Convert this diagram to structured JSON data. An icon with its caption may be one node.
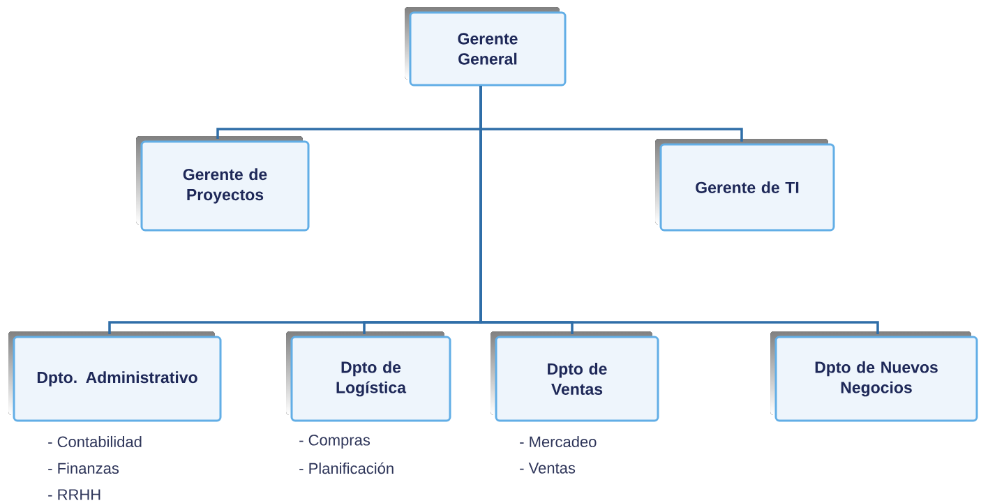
{
  "diagram": {
    "nodes": [
      {
        "text": [
          "Gerente General"
        ]
      },
      {
        "text": [
          "Gerente de Proyectos"
        ]
      },
      {
        "text": [
          "Gerente de TI"
        ]
      },
      {
        "text": [
          "Dpto. Administrativo"
        ],
        "beside": [
          "- Contabilidad",
          "- Finanzas",
          "- RRHH"
        ]
      },
      {
        "text": [
          "Dpto de Logística"
        ],
        "beside": [
          "- Compras",
          "- Planificación"
        ]
      },
      {
        "text": [
          "Dpto de Ventas"
        ],
        "beside": [
          "- Mercadeo",
          "- Ventas"
        ]
      },
      {
        "text": [
          "Dpto de Nuevos Negocios"
        ]
      }
    ],
    "edges": [
      {
        "from": 0,
        "to": 1,
        "arrow": "none"
      },
      {
        "from": 0,
        "to": 2,
        "arrow": "none"
      },
      {
        "from": 0,
        "to": 3,
        "arrow": "none"
      },
      {
        "from": 0,
        "to": 4,
        "arrow": "none"
      },
      {
        "from": 0,
        "to": 5,
        "arrow": "none"
      },
      {
        "from": 0,
        "to": 6,
        "arrow": "none"
      }
    ]
  }
}
